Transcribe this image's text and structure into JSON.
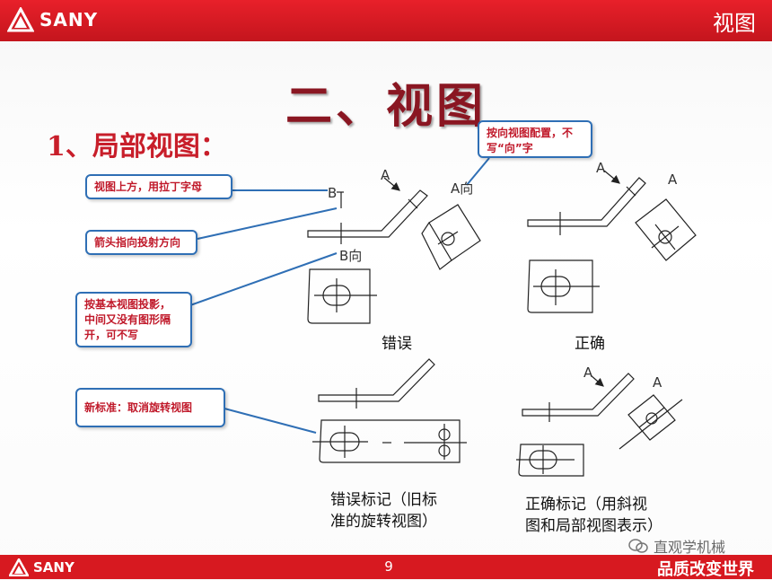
{
  "header": {
    "logo_text": "SANY",
    "title": "视图"
  },
  "slide": {
    "title": "二、视图",
    "section": "1、局部视图："
  },
  "callouts": {
    "letter_above": "视图上方，用拉丁字母",
    "arrow_direction": "箭头指向投射方向",
    "basic_view_line1": "按基本视图投影，",
    "basic_view_line2": "中间又没有图形隔",
    "basic_view_line3": "开，可不写",
    "new_standard": "新标准：取消旋转视图",
    "direction_config_line1": "按向视图配置，不",
    "direction_config_line2": "写“向”字"
  },
  "drawing_labels": {
    "b": "B",
    "b_xiang": "B向",
    "a": "A",
    "a_xiang": "A向"
  },
  "captions": {
    "wrong": "错误",
    "right": "正确",
    "wrong_mark_line1": "错误标记（旧标",
    "wrong_mark_line2": "准的旋转视图）",
    "right_mark_line1": "正确标记（用斜视",
    "right_mark_line2": "图和局部视图表示）"
  },
  "footer": {
    "logo_text": "SANY",
    "page_number": "9",
    "slogan": "品质改变世界",
    "watermark": "直观学机械"
  },
  "colors": {
    "brand_red": "#d71920",
    "title_red": "#8a1622",
    "callout_border": "#2f6fb5",
    "callout_text": "#c0192a"
  }
}
